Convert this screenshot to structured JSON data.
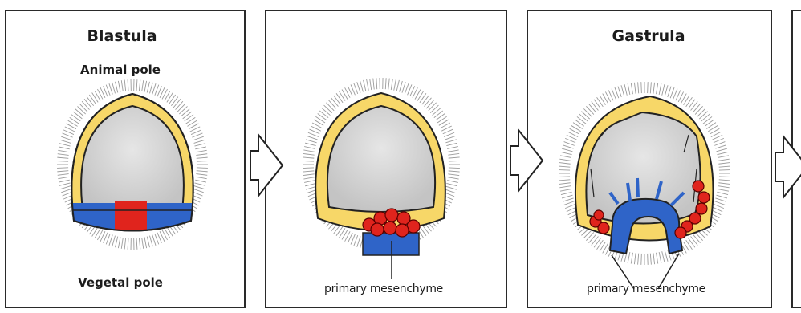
{
  "panels": [
    {
      "title": "Blastula",
      "top_label": "Animal pole",
      "bottom_label": "Vegetal pole"
    },
    {
      "caption": "primary mesenchyme"
    },
    {
      "title": "Gastrula",
      "caption": "primary mesenchyme"
    }
  ],
  "colors": {
    "ectoderm": "#f7d768",
    "blastocoel": "#d3d3d3",
    "vegetal_plate": "#2f64c8",
    "micromeres": "#e0241d",
    "cilia": "#9a9a9a"
  }
}
